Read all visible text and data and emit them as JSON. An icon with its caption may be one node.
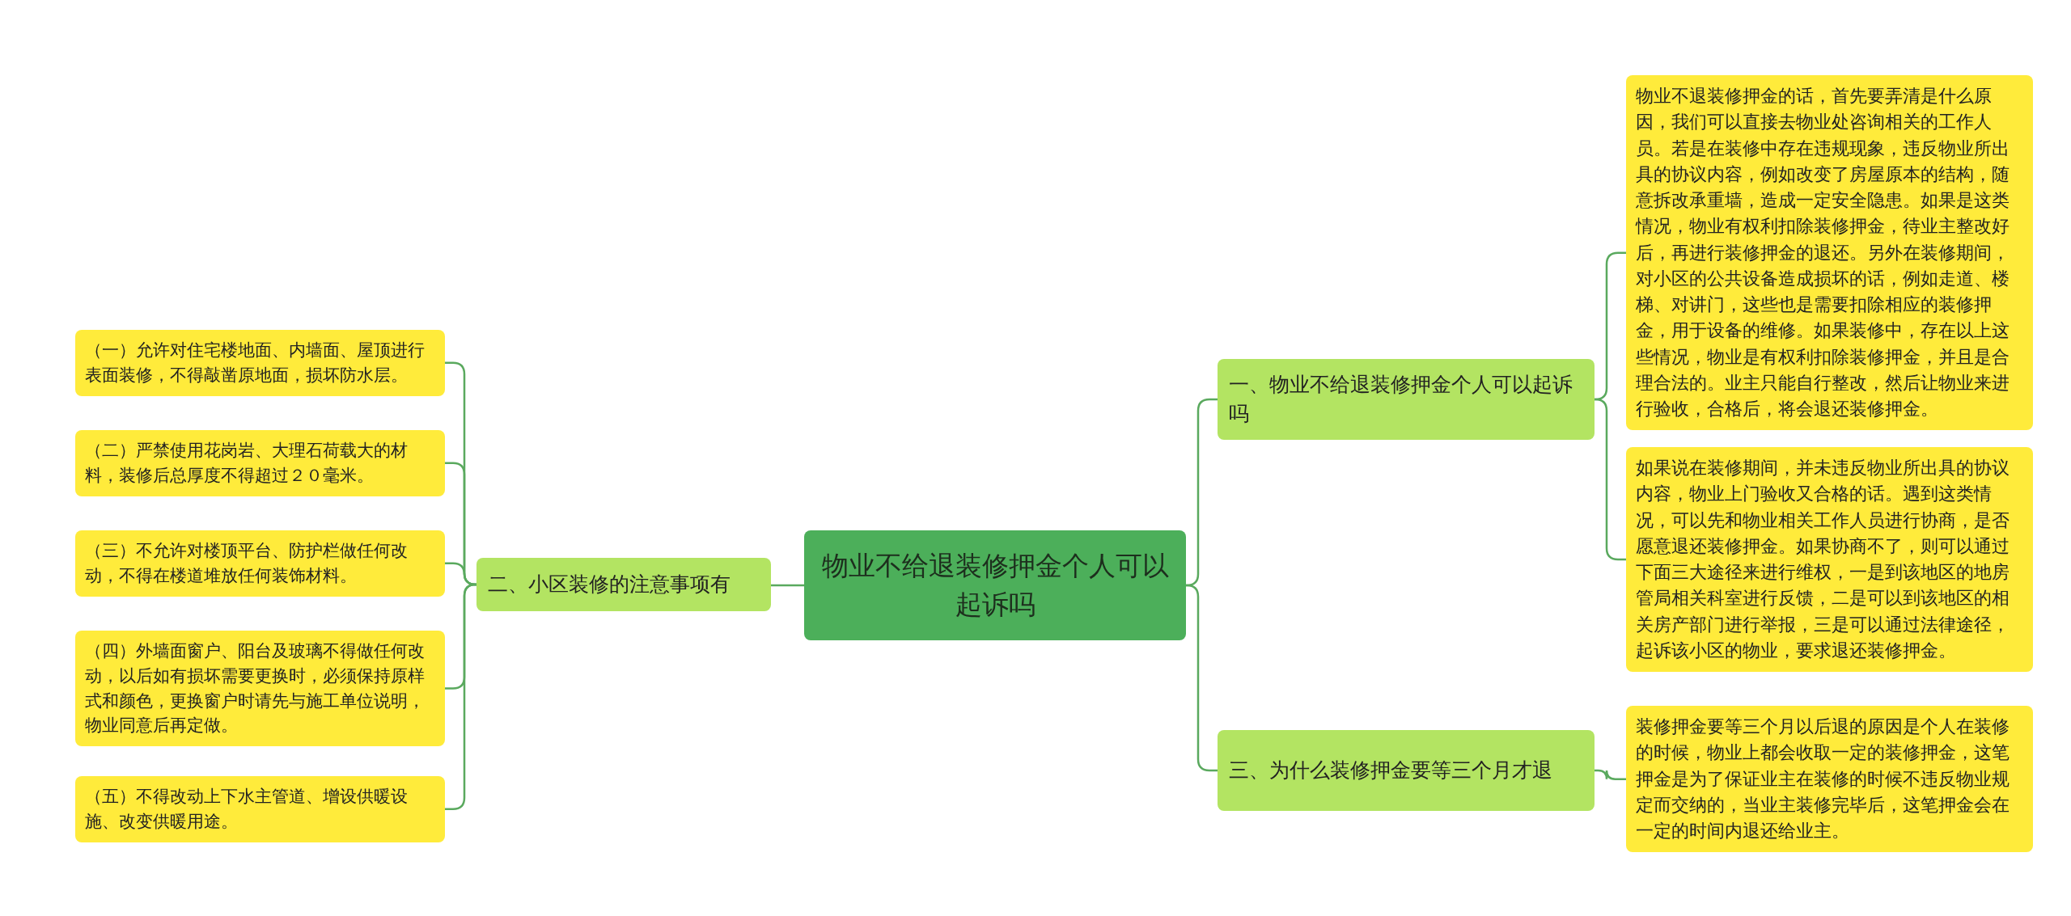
{
  "diagram": {
    "nodes": [
      {
        "text": [
          "物业不给退装修押金个人可以起诉吗"
        ]
      },
      {
        "text": [
          "一、物业不给退装修押金个人可以起诉吗"
        ]
      },
      {
        "text": [
          "物业不退装修押金的话，首先要弄清是什么原因，我们可以直接去物业处咨询相关的工作人员。若是在装修中存在违规现象，违反物业所出具的协议内容，例如改变了房屋原本的结构，随意拆改承重墙，造成一定安全隐患。如果是这类情况，物业有权利扣除装修押金，待业主整改好后，再进行装修押金的退还。另外在装修期间，对小区的公共设备造成损坏的话，例如走道、楼梯、对讲门，这些也是需要扣除相应的装修押金，用于设备的维修。如果装修中，存在以上这些情况，物业是有权利扣除装修押金，并且是合理合法的。业主只能自行整改，然后让物业来进行验收，合格后，将会退还装修押金。"
        ]
      },
      {
        "text": [
          "如果说在装修期间，并未违反物业所出具的协议内容，物业上门验收又合格的话。遇到这类情况，可以先和物业相关工作人员进行协商，是否愿意退还装修押金。如果协商不了，则可以通过下面三大途径来进行维权，一是到该地区的地房管局相关科室进行反馈，二是可以到该地区的相关房产部门进行举报，三是可以通过法律途径，起诉该小区的物业，要求退还装修押金。"
        ]
      },
      {
        "text": [
          "三、为什么装修押金要等三个月才退"
        ]
      },
      {
        "text": [
          "装修押金要等三个月以后退的原因是个人在装修的时候，物业上都会收取一定的装修押金，这笔押金是为了保证业主在装修的时候不违反物业规定而交纳的，当业主装修完毕后，这笔押金会在一定的时间内退还给业主。"
        ]
      },
      {
        "text": [
          "二、小区装修的注意事项有"
        ]
      },
      {
        "text": [
          "（一）允许对住宅楼地面、内墙面、屋顶进行表面装修，不得敲凿原地面，损坏防水层。"
        ]
      },
      {
        "text": [
          "（二）严禁使用花岗岩、大理石荷载大的材料，装修后总厚度不得超过２０毫米。"
        ]
      },
      {
        "text": [
          "（三）不允许对楼顶平台、防护栏做任何改动，不得在楼道堆放任何装饰材料。"
        ]
      },
      {
        "text": [
          "（四）外墙面窗户、阳台及玻璃不得做任何改动，以后如有损坏需要更换时，必须保持原样式和颜色，更换窗户时请先与施工单位说明，物业同意后再定做。"
        ]
      },
      {
        "text": [
          "（五）不得改动上下水主管道、增设供暖设施、改变供暖用途。"
        ]
      }
    ],
    "edges": [
      {
        "from": 0,
        "to": 1,
        "arrow": "none"
      },
      {
        "from": 1,
        "to": 2,
        "arrow": "none"
      },
      {
        "from": 1,
        "to": 3,
        "arrow": "none"
      },
      {
        "from": 0,
        "to": 4,
        "arrow": "none"
      },
      {
        "from": 4,
        "to": 5,
        "arrow": "none"
      },
      {
        "from": 0,
        "to": 6,
        "arrow": "none"
      },
      {
        "from": 6,
        "to": 7,
        "arrow": "none"
      },
      {
        "from": 6,
        "to": 8,
        "arrow": "none"
      },
      {
        "from": 6,
        "to": 9,
        "arrow": "none"
      },
      {
        "from": 6,
        "to": 10,
        "arrow": "none"
      },
      {
        "from": 6,
        "to": 11,
        "arrow": "none"
      }
    ]
  }
}
